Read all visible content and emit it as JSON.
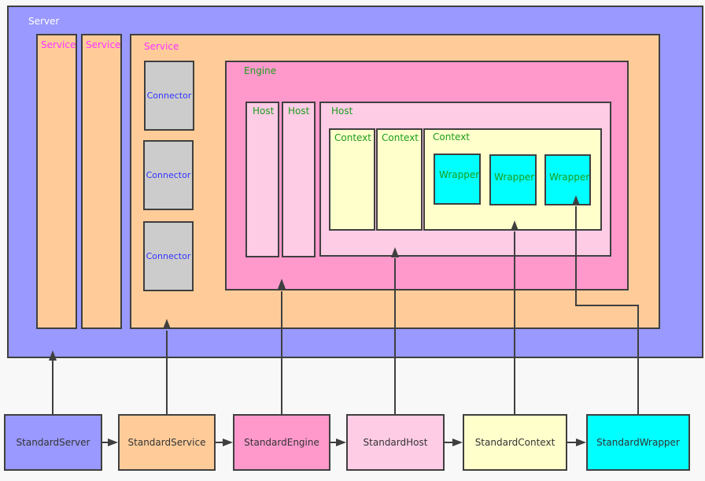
{
  "diagram": {
    "containers": {
      "server": {
        "label": "Server",
        "color": "#9999ff"
      },
      "services": [
        {
          "label": "Service"
        },
        {
          "label": "Service"
        },
        {
          "label": "Service"
        }
      ],
      "connectors": [
        {
          "label": "Connector"
        },
        {
          "label": "Connector"
        },
        {
          "label": "Connector"
        }
      ],
      "engine": {
        "label": "Engine"
      },
      "hosts": [
        {
          "label": "Host"
        },
        {
          "label": "Host"
        },
        {
          "label": "Host"
        }
      ],
      "contexts": [
        {
          "label": "Context"
        },
        {
          "label": "Context"
        },
        {
          "label": "Context"
        }
      ],
      "wrappers": [
        {
          "label": "Wrapper"
        },
        {
          "label": "Wrapper"
        },
        {
          "label": "Wrapper"
        }
      ]
    },
    "implementations": [
      {
        "label": "StandardServer",
        "color": "#9999ff",
        "points_to": "Server"
      },
      {
        "label": "StandardService",
        "color": "#ffcc99",
        "points_to": "Service"
      },
      {
        "label": "StandardEngine",
        "color": "#ff99cc",
        "points_to": "Engine"
      },
      {
        "label": "StandardHost",
        "color": "#ffcce6",
        "points_to": "Host"
      },
      {
        "label": "StandardContext",
        "color": "#ffffcc",
        "points_to": "Context"
      },
      {
        "label": "StandardWrapper",
        "color": "#00ffff",
        "points_to": "Wrapper"
      }
    ],
    "colors": {
      "server": "#9999ff",
      "service": "#ffcc99",
      "engine": "#ff99cc",
      "host": "#ffcce6",
      "context": "#ffffcc",
      "wrapper": "#00ffff",
      "connector": "#cccccc",
      "line": "#3f3f3f"
    }
  }
}
